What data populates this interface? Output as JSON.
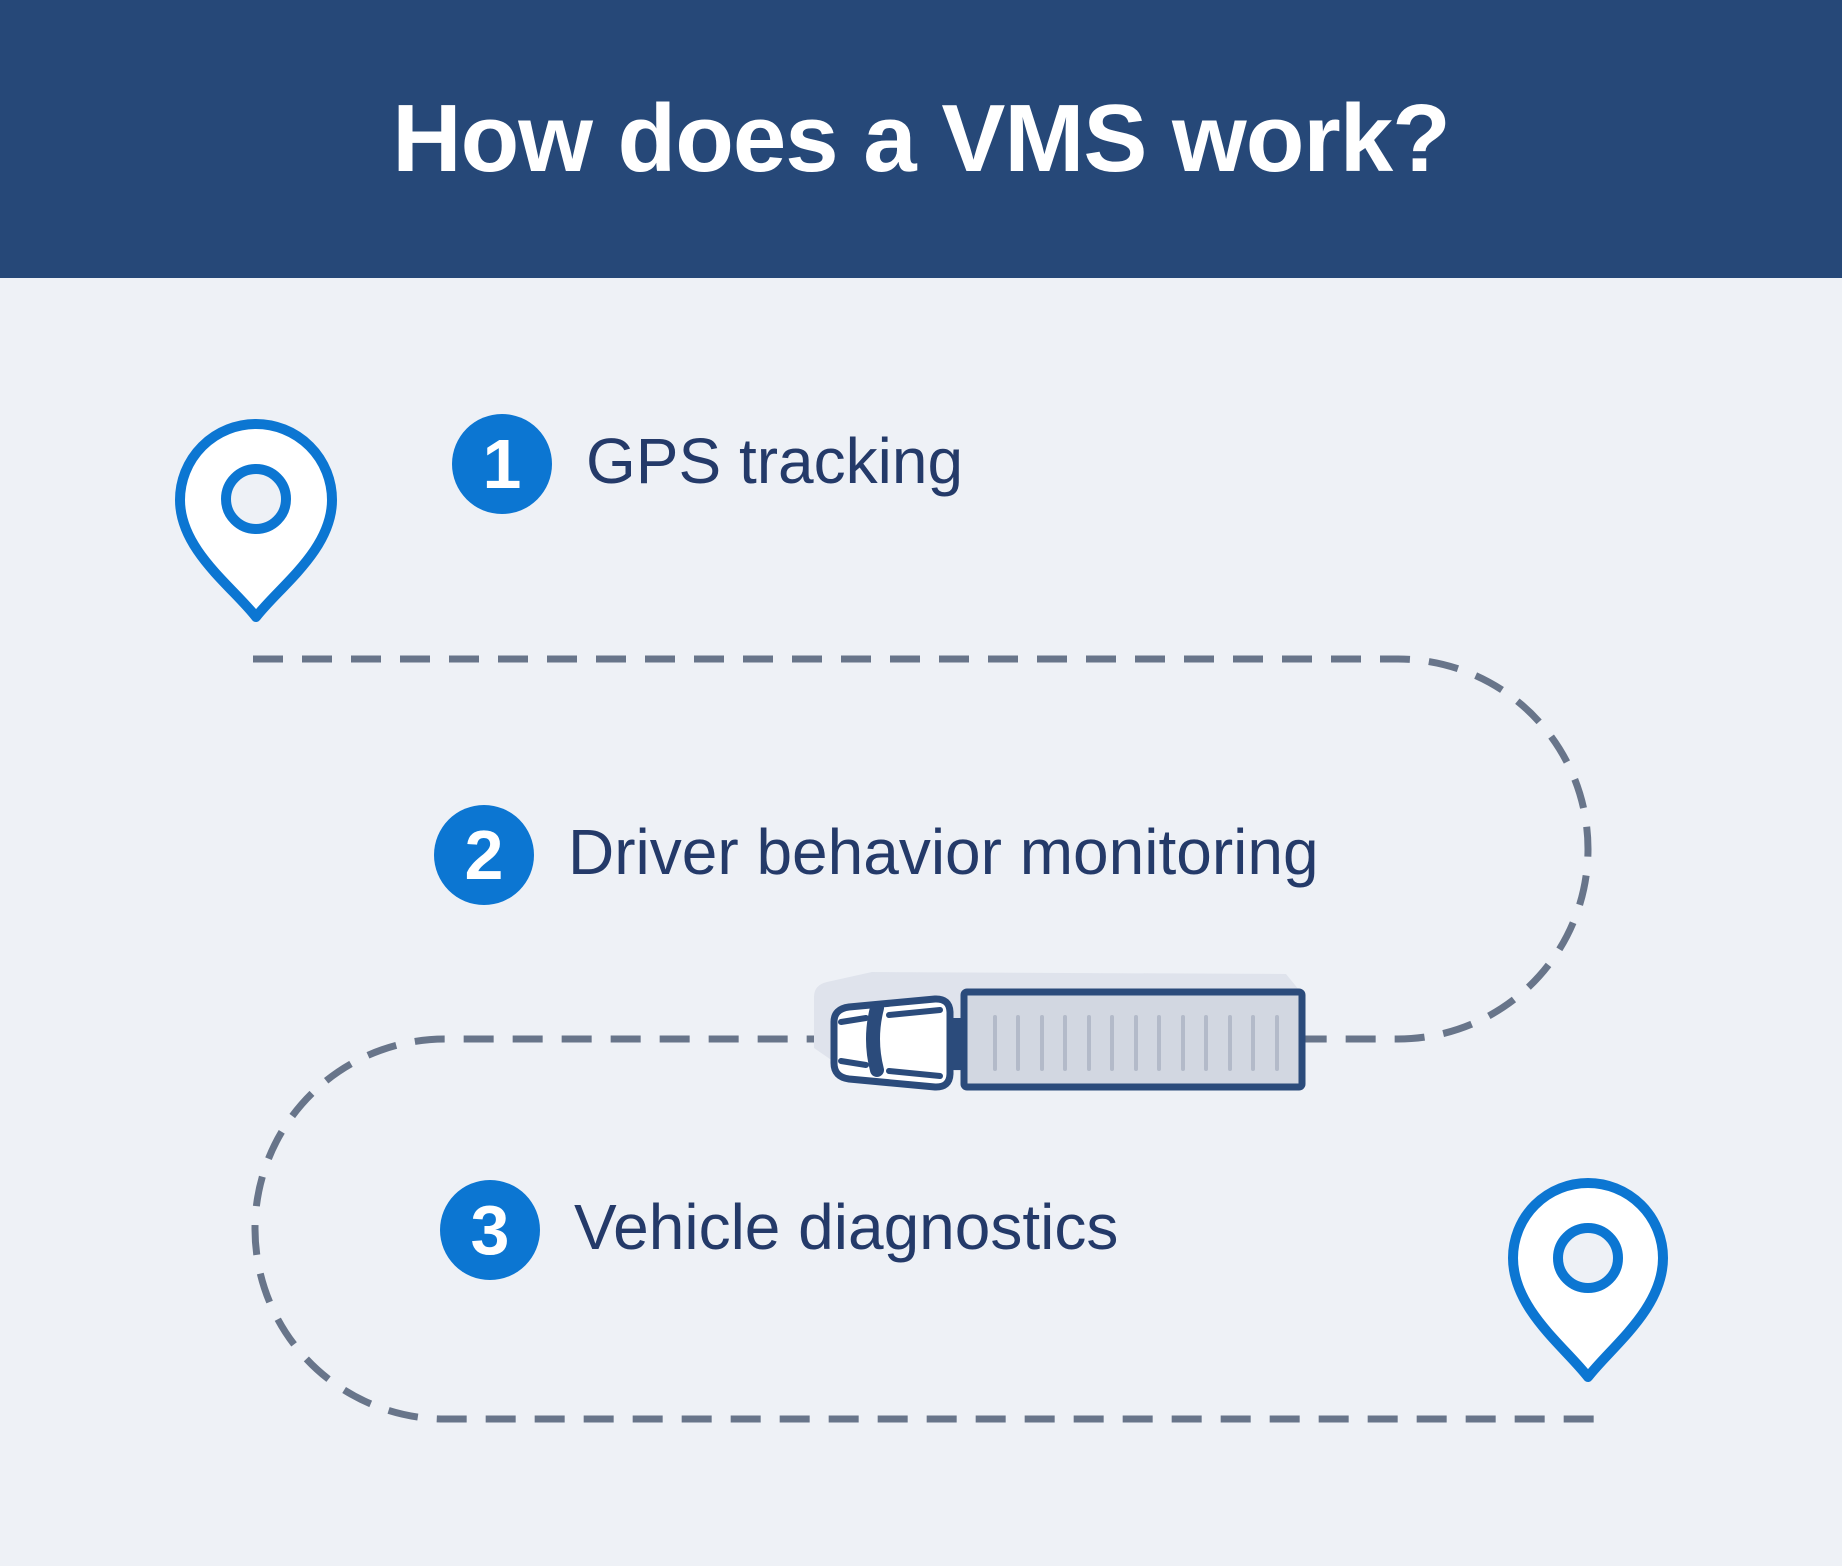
{
  "title": "How does a VMS work?",
  "steps": [
    {
      "number": "1",
      "label": "GPS tracking"
    },
    {
      "number": "2",
      "label": "Driver behavior monitoring"
    },
    {
      "number": "3",
      "label": "Vehicle diagnostics"
    }
  ],
  "icons": {
    "start_pin": "location-pin-icon",
    "end_pin": "location-pin-icon",
    "vehicle": "semi-truck-top-view-icon"
  },
  "colors": {
    "header_bg": "#264878",
    "page_bg": "#EEF1F6",
    "accent_blue": "#0C76D2",
    "text_navy": "#243A69",
    "route_dash_gray": "#68758A",
    "truck_outline_navy": "#2B4B7B",
    "trailer_fill": "#D2D7E1",
    "trailer_rib": "#B3BAC9",
    "shadow_gray": "#DFE3EC"
  }
}
